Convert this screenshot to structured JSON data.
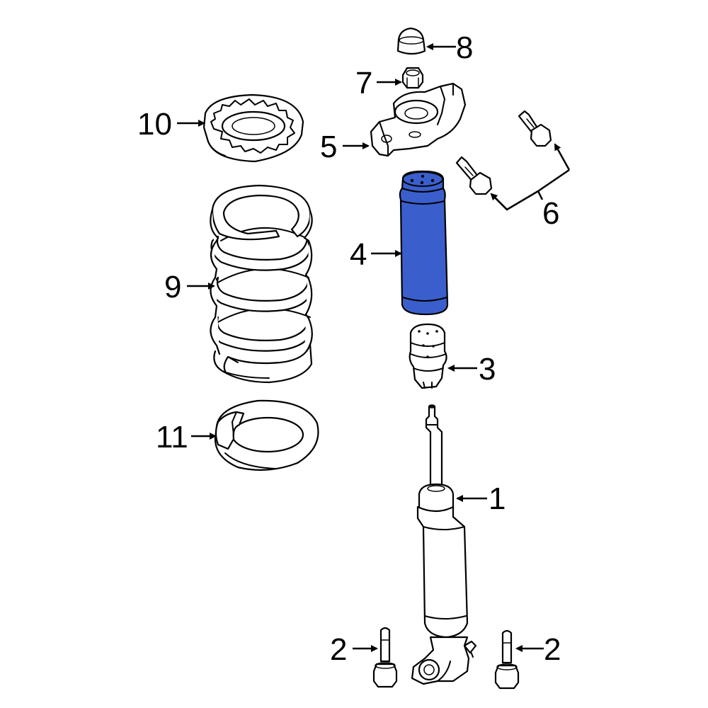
{
  "diagram": {
    "highlight_color": "#3a5fcd",
    "line_color": "#000000",
    "background": "#ffffff",
    "callouts": {
      "c1": "1",
      "c2_left": "2",
      "c2_right": "2",
      "c3": "3",
      "c4": "4",
      "c5": "5",
      "c6": "6",
      "c7": "7",
      "c8": "8",
      "c9": "9",
      "c10": "10",
      "c11": "11"
    },
    "highlighted_part": "4"
  }
}
